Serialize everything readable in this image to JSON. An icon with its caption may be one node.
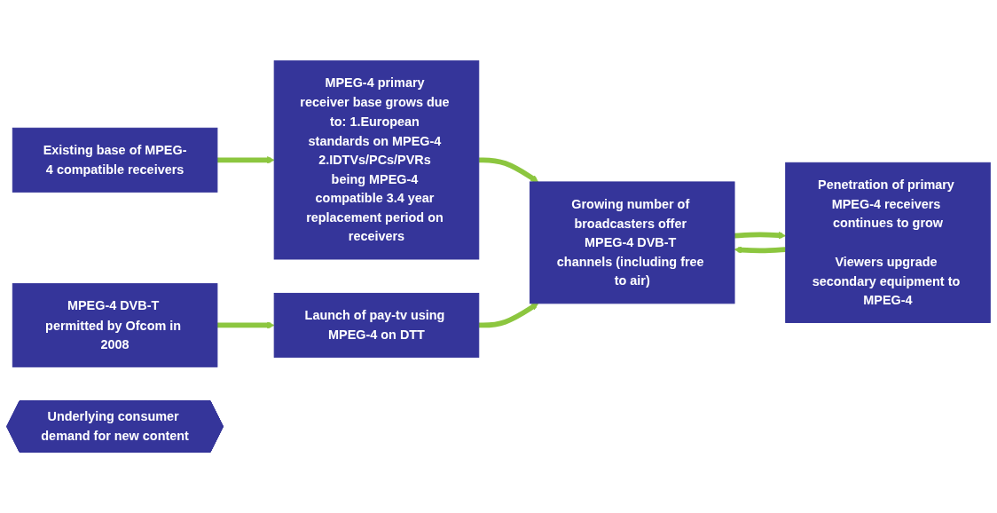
{
  "diagram": {
    "nodes": [
      {
        "text": [
          "Existing base of MPEG-4 compatible receivers"
        ]
      },
      {
        "text": [
          "MPEG-4 primary receiver base grows due to: 1.European standards on MPEG-4 2.IDTVs/PCs/PVRs being MPEG-4 compatible 3.4 year replacement period on receivers"
        ]
      },
      {
        "text": [
          "MPEG-4 DVB-T permitted by Ofcom in 2008"
        ]
      },
      {
        "text": [
          "Launch of pay-tv using MPEG-4 on DTT"
        ]
      },
      {
        "text": [
          "Growing number of broadcasters offer MPEG-4 DVB-T channels (including free to air)"
        ]
      },
      {
        "text": [
          "Underlying consumer demand for new content"
        ]
      },
      {
        "text": [
          "Penetration of primary MPEG-4 receivers continues to grow",
          "Viewers upgrade secondary equipment to MPEG-4"
        ]
      }
    ],
    "edges": [
      {
        "from": 0,
        "to": 1,
        "arrow": "to"
      },
      {
        "from": 2,
        "to": 3,
        "arrow": "to"
      },
      {
        "from": 1,
        "to": 4,
        "arrow": "to"
      },
      {
        "from": 3,
        "to": 4,
        "arrow": "to"
      },
      {
        "from": 4,
        "to": 6,
        "arrow": "to"
      },
      {
        "from": 6,
        "to": 4,
        "arrow": "to"
      }
    ]
  }
}
